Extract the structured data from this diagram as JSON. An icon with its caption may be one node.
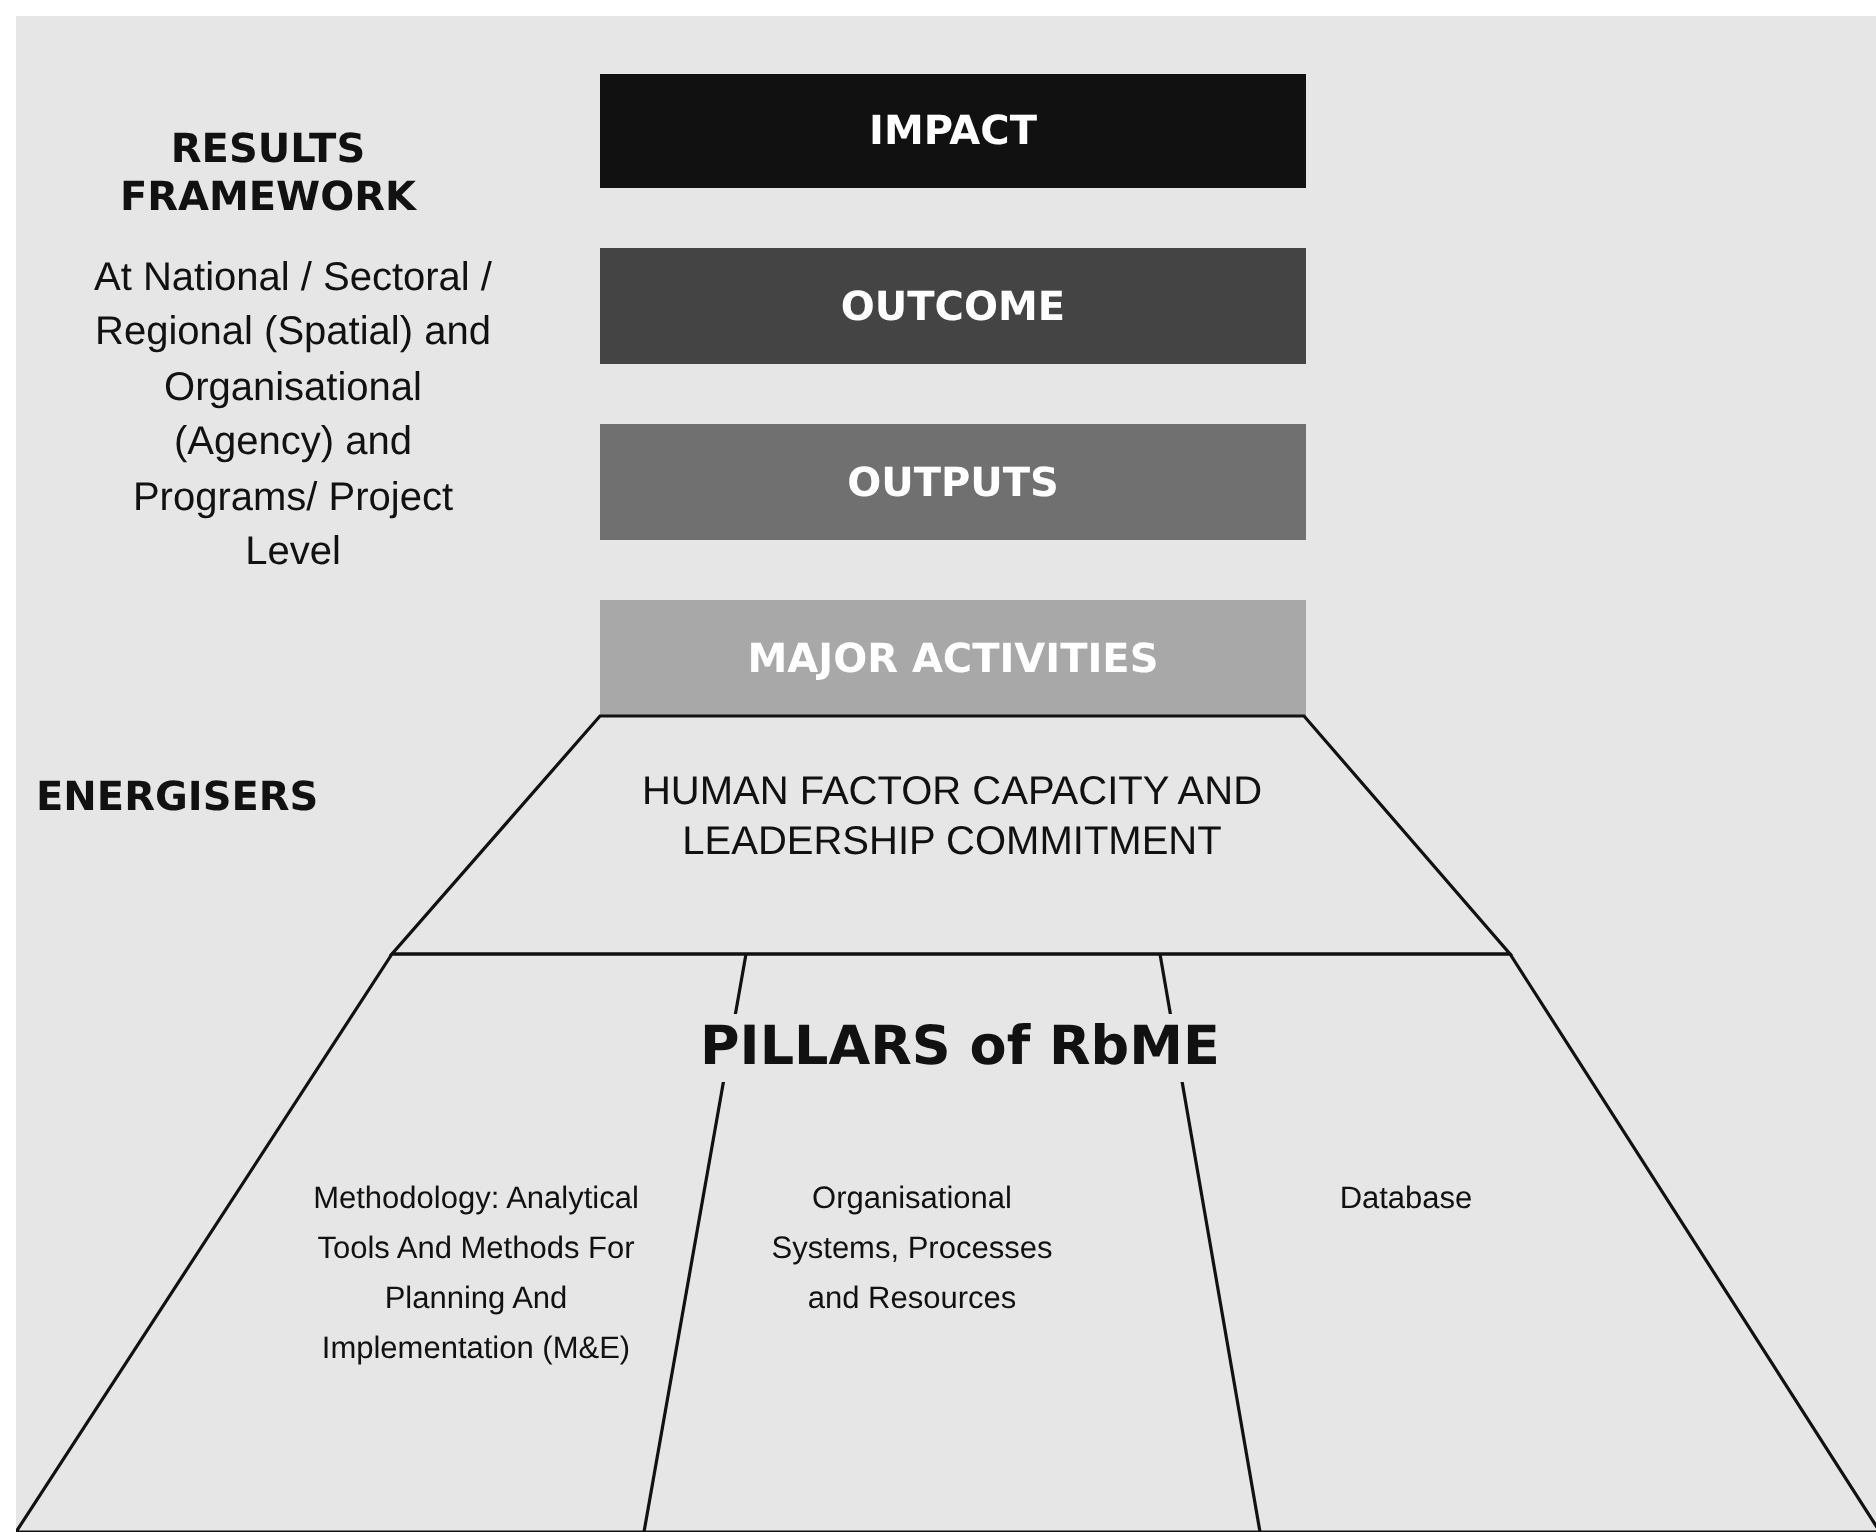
{
  "diagram": {
    "nodes": [
      {
        "text": [
          "IMPACT"
        ]
      },
      {
        "text": [
          "OUTCOME"
        ]
      },
      {
        "text": [
          "OUTPUTS"
        ]
      },
      {
        "text": [
          "MAJOR ACTIVITIES"
        ]
      },
      {
        "text": [
          "HUMAN FACTOR CAPACITY AND LEADERSHIP COMMITMENT"
        ]
      },
      {
        "text": [
          "PILLARS of RbME"
        ]
      },
      {
        "text": [
          "Methodology: Analytical Tools And Methods For Planning And Implementation (M&E)"
        ],
        "in": 5
      },
      {
        "text": [
          "Organisational Systems, Processes and Resources"
        ],
        "in": 5
      },
      {
        "text": [
          "Database"
        ],
        "in": 5
      }
    ],
    "edges": [],
    "labels": [
      "RESULTS FRAMEWORK",
      "At National / Sectoral / Regional (Spatial) and Organisational (Agency) and Programs/ Project Level",
      "ENERGISERS"
    ]
  }
}
